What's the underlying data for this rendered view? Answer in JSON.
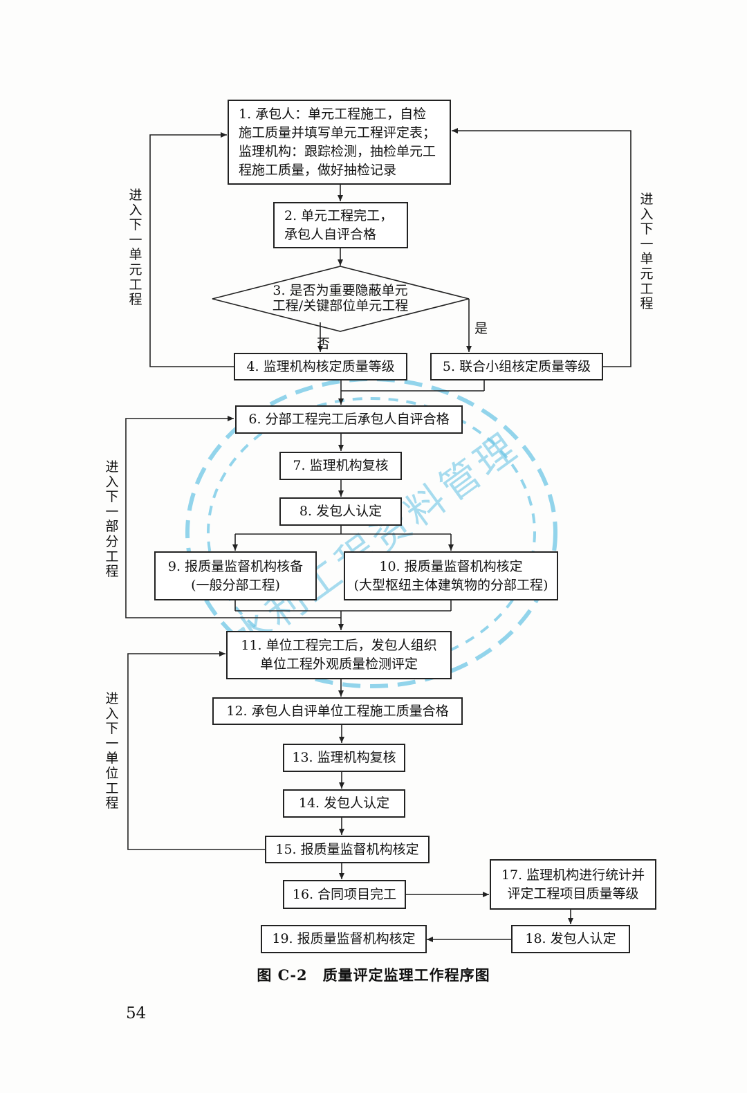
{
  "boxes": {
    "b1": "1. 承包人：单元工程施工，自检\n施工质量并填写单元工程评定表；\n监理机构：跟踪检测，抽检单元工\n程施工质量，做好抽检记录",
    "b2": "2. 单元工程完工，\n承包人自评合格",
    "b3": "3. 是否为重要隐蔽单元\n工程/关键部位单元工程",
    "b4": "4. 监理机构核定质量等级",
    "b5": "5. 联合小组核定质量等级",
    "b6": "6. 分部工程完工后承包人自评合格",
    "b7": "7. 监理机构复核",
    "b8": "8. 发包人认定",
    "b9": "9. 报质量监督机构核备\n(一般分部工程)",
    "b10": "10. 报质量监督机构核定\n(大型枢纽主体建筑物的分部工程)",
    "b11": "11. 单位工程完工后，发包人组织\n单位工程外观质量检测评定",
    "b12": "12. 承包人自评单位工程施工质量合格",
    "b13": "13. 监理机构复核",
    "b14": "14. 发包人认定",
    "b15": "15. 报质量监督机构核定",
    "b16": "16. 合同项目完工",
    "b17": "17. 监理机构进行统计并\n评定工程项目质量等级",
    "b18": "18. 发包人认定",
    "b19": "19. 报质量监督机构核定"
  },
  "branch_labels": {
    "no": "否",
    "yes": "是"
  },
  "loop_labels": {
    "next_unit_left": "进入下一单元工程",
    "next_unit_right": "进入下一单元工程",
    "next_division": "进入下一部分工程",
    "next_unit_project": "进入下一单位工程"
  },
  "caption": "图 C-2　质量评定监理工作程序图",
  "page_number": "54",
  "watermark": "水利工程资料管理",
  "colors": {
    "line": "#222222",
    "watermark": "#6ec6e6"
  }
}
